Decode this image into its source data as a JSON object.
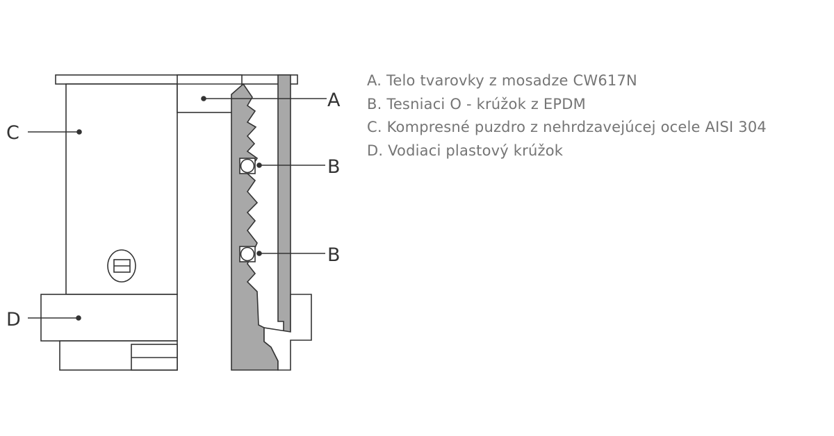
{
  "diagram": {
    "callouts": {
      "a": "A",
      "b_upper": "B",
      "b_lower": "B",
      "c": "C",
      "d": "D"
    },
    "colors": {
      "line": "#333333",
      "fill_gray": "#a8a8a8",
      "background": "#ffffff"
    }
  },
  "legend": [
    "A. Telo tvarovky z mosadze CW617N",
    "B. Tesniaci O - krúžok z EPDM",
    "C. Kompresné puzdro z nehrdzavejúcej ocele AISI 304",
    "D. Vodiaci plastový krúžok"
  ]
}
